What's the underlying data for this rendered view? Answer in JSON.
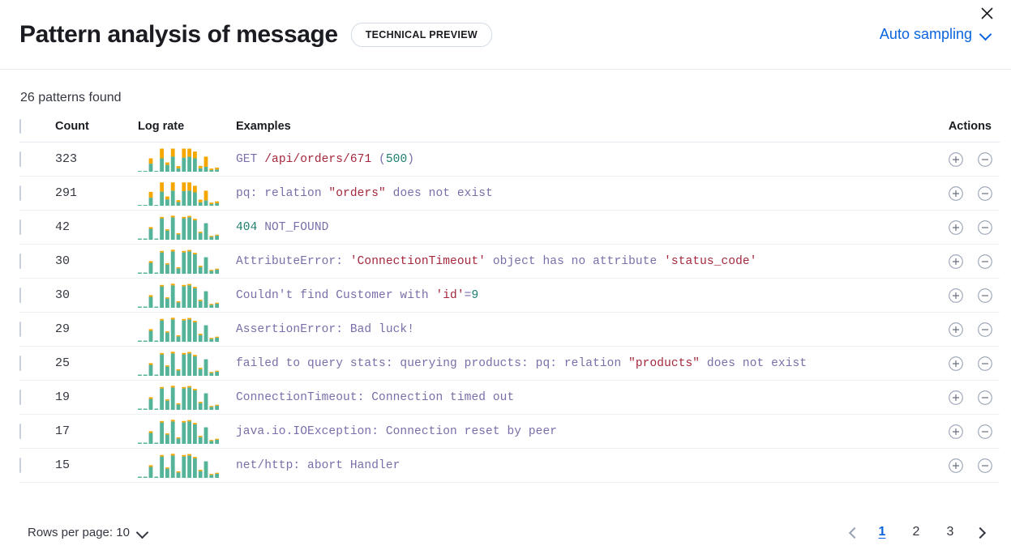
{
  "header": {
    "title": "Pattern analysis of message",
    "badge": "TECHNICAL PREVIEW",
    "sampling_label": "Auto sampling",
    "close_icon": "close-icon",
    "chevron_icon": "chevron-down-icon",
    "link_color": "#0b64dd"
  },
  "summary": {
    "patterns_found": "26 patterns found"
  },
  "table": {
    "columns": {
      "select": "",
      "count": "Count",
      "log_rate": "Log rate",
      "examples": "Examples",
      "actions": "Actions"
    },
    "action_icons": [
      "plus-in-circle-icon",
      "minus-in-circle-icon"
    ],
    "rows": [
      {
        "count": "323",
        "example_plain": "GET /api/orders/671 (500)",
        "example_tokens": [
          {
            "t": "GET ",
            "c": "p"
          },
          {
            "t": "/api/orders/671",
            "c": "s"
          },
          {
            "t": " (",
            "c": "p"
          },
          {
            "t": "500",
            "c": "n"
          },
          {
            "t": ")",
            "c": "p"
          }
        ],
        "sparkline": {
          "base": [
            0.03,
            0.03,
            0.33,
            0.03,
            0.55,
            0.28,
            0.62,
            0.14,
            0.58,
            0.62,
            0.55,
            0.14,
            0.2,
            0.07,
            0.09
          ],
          "top": [
            0.0,
            0.0,
            0.22,
            0.0,
            0.4,
            0.1,
            0.33,
            0.09,
            0.37,
            0.33,
            0.28,
            0.1,
            0.42,
            0.06,
            0.08
          ]
        }
      },
      {
        "count": "291",
        "example_plain": "pq: relation \"orders\" does not exist",
        "example_tokens": [
          {
            "t": "pq: relation ",
            "c": "p"
          },
          {
            "t": "\"orders\"",
            "c": "s"
          },
          {
            "t": " does not exist",
            "c": "p"
          }
        ],
        "sparkline": {
          "base": [
            0.03,
            0.03,
            0.33,
            0.03,
            0.58,
            0.26,
            0.62,
            0.15,
            0.6,
            0.62,
            0.55,
            0.14,
            0.22,
            0.07,
            0.1
          ],
          "top": [
            0.0,
            0.0,
            0.24,
            0.0,
            0.38,
            0.12,
            0.34,
            0.08,
            0.36,
            0.34,
            0.27,
            0.11,
            0.4,
            0.06,
            0.08
          ]
        }
      },
      {
        "count": "42",
        "example_plain": "404 NOT_FOUND",
        "example_tokens": [
          {
            "t": "404",
            "c": "n"
          },
          {
            "t": " NOT_FOUND",
            "c": "p"
          }
        ],
        "sparkline": {
          "base": [
            0.05,
            0.05,
            0.45,
            0.05,
            0.88,
            0.38,
            0.92,
            0.22,
            0.88,
            0.92,
            0.8,
            0.28,
            0.68,
            0.12,
            0.17
          ],
          "top": [
            0.0,
            0.0,
            0.07,
            0.0,
            0.06,
            0.05,
            0.07,
            0.05,
            0.06,
            0.06,
            0.06,
            0.05,
            0.0,
            0.04,
            0.04
          ]
        }
      },
      {
        "count": "30",
        "example_plain": "AttributeError: 'ConnectionTimeout' object has no attribute 'status_code'",
        "example_tokens": [
          {
            "t": "AttributeError: ",
            "c": "p"
          },
          {
            "t": "'ConnectionTimeout'",
            "c": "s"
          },
          {
            "t": " object has no attribute ",
            "c": "p"
          },
          {
            "t": "'status_code'",
            "c": "s"
          }
        ],
        "sparkline": {
          "base": [
            0.05,
            0.05,
            0.45,
            0.05,
            0.88,
            0.38,
            0.92,
            0.22,
            0.88,
            0.92,
            0.8,
            0.28,
            0.68,
            0.12,
            0.17
          ],
          "top": [
            0.0,
            0.0,
            0.07,
            0.0,
            0.06,
            0.05,
            0.07,
            0.05,
            0.06,
            0.06,
            0.06,
            0.05,
            0.0,
            0.04,
            0.04
          ]
        }
      },
      {
        "count": "30",
        "example_plain": "Couldn't find Customer with 'id'=9",
        "example_tokens": [
          {
            "t": "Couldn't find Customer with ",
            "c": "p"
          },
          {
            "t": "'id'",
            "c": "s"
          },
          {
            "t": "=",
            "c": "p"
          },
          {
            "t": "9",
            "c": "n"
          }
        ],
        "sparkline": {
          "base": [
            0.05,
            0.05,
            0.45,
            0.05,
            0.88,
            0.38,
            0.92,
            0.22,
            0.88,
            0.92,
            0.8,
            0.28,
            0.68,
            0.12,
            0.17
          ],
          "top": [
            0.0,
            0.0,
            0.07,
            0.0,
            0.06,
            0.05,
            0.07,
            0.05,
            0.06,
            0.06,
            0.06,
            0.05,
            0.0,
            0.04,
            0.04
          ]
        }
      },
      {
        "count": "29",
        "example_plain": "AssertionError: Bad luck!",
        "example_tokens": [
          {
            "t": "AssertionError: Bad luck!",
            "c": "p"
          }
        ],
        "sparkline": {
          "base": [
            0.05,
            0.05,
            0.45,
            0.05,
            0.88,
            0.38,
            0.92,
            0.22,
            0.88,
            0.92,
            0.8,
            0.28,
            0.68,
            0.12,
            0.17
          ],
          "top": [
            0.0,
            0.0,
            0.07,
            0.0,
            0.06,
            0.05,
            0.07,
            0.05,
            0.06,
            0.06,
            0.06,
            0.05,
            0.0,
            0.04,
            0.04
          ]
        }
      },
      {
        "count": "25",
        "example_plain": "failed to query stats: querying products: pq: relation \"products\" does not exist",
        "example_tokens": [
          {
            "t": "failed to query stats: querying products: pq: relation ",
            "c": "p"
          },
          {
            "t": "\"products\"",
            "c": "s"
          },
          {
            "t": " does not exist",
            "c": "p"
          }
        ],
        "sparkline": {
          "base": [
            0.05,
            0.05,
            0.45,
            0.05,
            0.88,
            0.38,
            0.92,
            0.22,
            0.88,
            0.92,
            0.8,
            0.28,
            0.68,
            0.12,
            0.17
          ],
          "top": [
            0.0,
            0.0,
            0.07,
            0.0,
            0.06,
            0.05,
            0.07,
            0.05,
            0.06,
            0.06,
            0.06,
            0.05,
            0.0,
            0.04,
            0.04
          ]
        }
      },
      {
        "count": "19",
        "example_plain": "ConnectionTimeout: Connection timed out",
        "example_tokens": [
          {
            "t": "ConnectionTimeout: Connection timed out",
            "c": "p"
          }
        ],
        "sparkline": {
          "base": [
            0.05,
            0.05,
            0.45,
            0.05,
            0.88,
            0.38,
            0.92,
            0.22,
            0.88,
            0.92,
            0.8,
            0.28,
            0.68,
            0.12,
            0.17
          ],
          "top": [
            0.0,
            0.0,
            0.07,
            0.0,
            0.06,
            0.05,
            0.07,
            0.05,
            0.06,
            0.06,
            0.06,
            0.05,
            0.0,
            0.04,
            0.04
          ]
        }
      },
      {
        "count": "17",
        "example_plain": "java.io.IOException: Connection reset by peer",
        "example_tokens": [
          {
            "t": "java.io.IOException: Connection reset by peer",
            "c": "p"
          }
        ],
        "sparkline": {
          "base": [
            0.05,
            0.05,
            0.45,
            0.05,
            0.88,
            0.38,
            0.92,
            0.22,
            0.88,
            0.92,
            0.8,
            0.28,
            0.68,
            0.12,
            0.17
          ],
          "top": [
            0.0,
            0.0,
            0.07,
            0.0,
            0.06,
            0.05,
            0.07,
            0.05,
            0.06,
            0.06,
            0.06,
            0.05,
            0.0,
            0.04,
            0.04
          ]
        }
      },
      {
        "count": "15",
        "example_plain": "net/http: abort Handler",
        "example_tokens": [
          {
            "t": "net/http: abort Handler",
            "c": "p"
          }
        ],
        "sparkline": {
          "base": [
            0.05,
            0.05,
            0.45,
            0.05,
            0.88,
            0.38,
            0.92,
            0.22,
            0.88,
            0.92,
            0.8,
            0.28,
            0.68,
            0.12,
            0.17
          ],
          "top": [
            0.0,
            0.0,
            0.07,
            0.0,
            0.06,
            0.05,
            0.07,
            0.05,
            0.06,
            0.06,
            0.06,
            0.05,
            0.0,
            0.04,
            0.04
          ]
        }
      }
    ]
  },
  "footer": {
    "rows_per_page_label": "Rows per page: 10",
    "pages": [
      "1",
      "2",
      "3"
    ],
    "active_page": "1",
    "prev_icon": "chevron-left-icon",
    "next_icon": "chevron-right-icon"
  },
  "colors": {
    "sparkline_base": "#54b399",
    "sparkline_top": "#f5a700",
    "accent": "#0b64dd",
    "string_token": "#a4273c",
    "number_token": "#1d7e6e",
    "plain_token": "#7b6ea8"
  }
}
